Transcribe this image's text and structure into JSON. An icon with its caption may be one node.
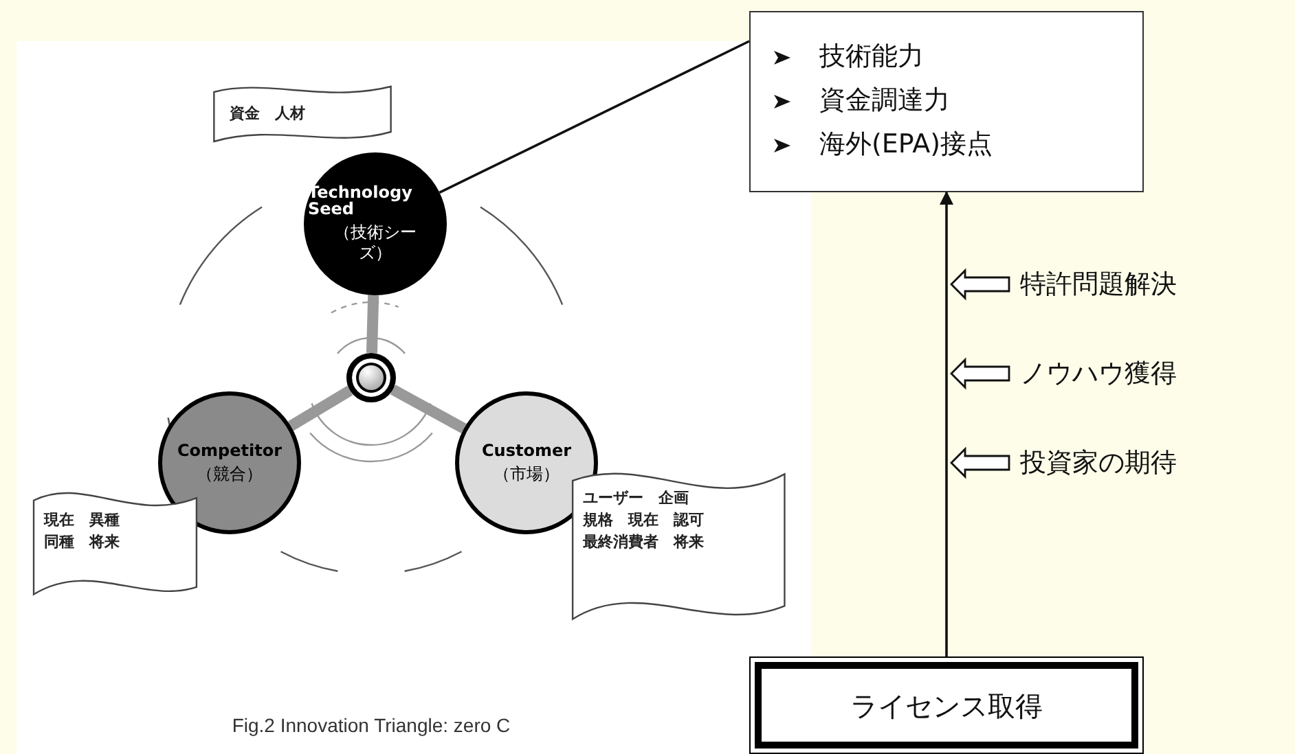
{
  "diagram": {
    "caption": "Fig.2 Innovation Triangle: zero C",
    "nodes": [
      {
        "text": [
          "資金　人材"
        ]
      },
      {
        "text": [
          "Technology Seed",
          "（技術シーズ）"
        ]
      },
      {
        "text": [],
        "shape": "circle"
      },
      {
        "text": [
          "Competitor",
          "（競合）"
        ]
      },
      {
        "text": [
          "Customer",
          "（市場）"
        ]
      },
      {
        "text": [
          "現在　異種",
          "同種　将来"
        ]
      },
      {
        "text": [
          "ユーザー　企画",
          "規格　現在　認可",
          "最終消費者　将来"
        ]
      },
      {
        "text": [
          "技術能力",
          "資金調達力",
          "海外(EPA)接点"
        ]
      },
      {
        "text": [
          "ライセンス取得"
        ]
      },
      {
        "text": [
          "特許問題解決"
        ]
      },
      {
        "text": [
          "ノウハウ獲得"
        ]
      },
      {
        "text": [
          "投資家の期待"
        ]
      }
    ],
    "edges": [
      {
        "from": 1,
        "to": 7,
        "arrow": "none",
        "color": "#111111"
      },
      {
        "from": 2,
        "to": 1,
        "arrow": "none"
      },
      {
        "from": 2,
        "to": 3,
        "arrow": "none"
      },
      {
        "from": 2,
        "to": 4,
        "arrow": "none"
      },
      {
        "from": 8,
        "to": 7,
        "arrow": "to",
        "color": "#111111"
      },
      {
        "from": 9,
        "to": null,
        "arrow": "to",
        "color": "#111111"
      },
      {
        "from": 10,
        "to": null,
        "arrow": "to",
        "color": "#111111"
      },
      {
        "from": 11,
        "to": null,
        "arrow": "to",
        "color": "#111111"
      }
    ]
  }
}
